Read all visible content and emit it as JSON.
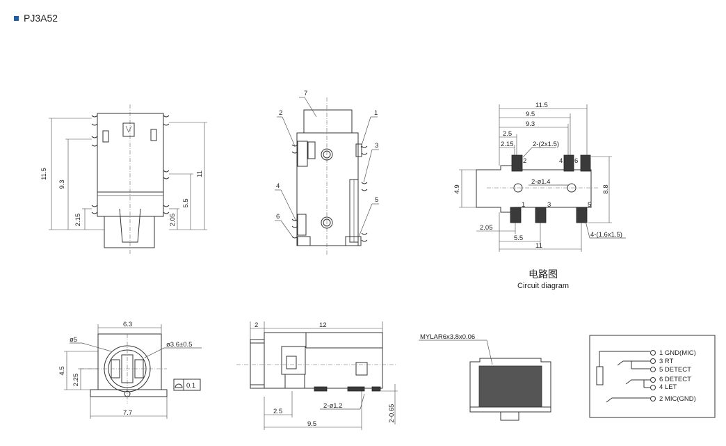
{
  "header": {
    "model": "PJ3A52",
    "bullet_color": "#1f5fa6"
  },
  "front_view": {
    "dims": {
      "d11_5": "11.5",
      "d9_3": "9.3",
      "d2_15": "2.15",
      "d11": "11",
      "d5_5": "5.5",
      "d2_05": "2.05"
    }
  },
  "side_view": {
    "callouts": {
      "c1": "1",
      "c2": "2",
      "c3": "3",
      "c4": "4",
      "c5": "5",
      "c6": "6",
      "c7": "7"
    }
  },
  "circuit_diagram": {
    "title_zh": "电路图",
    "title_en": "Circuit diagram",
    "dims": {
      "d11_5": "11.5",
      "d9_5": "9.5",
      "d9_3": "9.3",
      "d2_5": "2.5",
      "d2_15": "2.15",
      "pad_note": "2-(2x1.5)",
      "hole_note": "2-ø1.4",
      "d4_9": "4.9",
      "d8_8": "8.8",
      "d2_05": "2.05",
      "d5_5": "5.5",
      "d11": "11",
      "pad_note2": "4-(1.6x1.5)"
    },
    "pins": {
      "p1": "1",
      "p2": "2",
      "p3": "3",
      "p4": "4",
      "p5": "5",
      "p6": "6"
    }
  },
  "end_view": {
    "dims": {
      "d6_3": "6.3",
      "d5": "ø5",
      "d3_6": "ø3.6±0.5",
      "d4_5": "4.5",
      "d2_25": "2.25",
      "d7_7": "7.7",
      "flat": "0.1"
    }
  },
  "bottom_view": {
    "dims": {
      "d2": "2",
      "d12": "12",
      "d2_5": "2.5",
      "hole": "2-ø1.2",
      "d9_5": "9.5",
      "d0_65": "2-0.65"
    }
  },
  "mylar": {
    "note": "MYLAR6x3.8x0.06",
    "fill_color": "#555555"
  },
  "schematic": {
    "labels": [
      "1 GND(MIC)",
      "3 RT",
      "5 DETECT",
      "6 DETECT",
      "4 LET",
      "2 MIC(GND)"
    ]
  }
}
